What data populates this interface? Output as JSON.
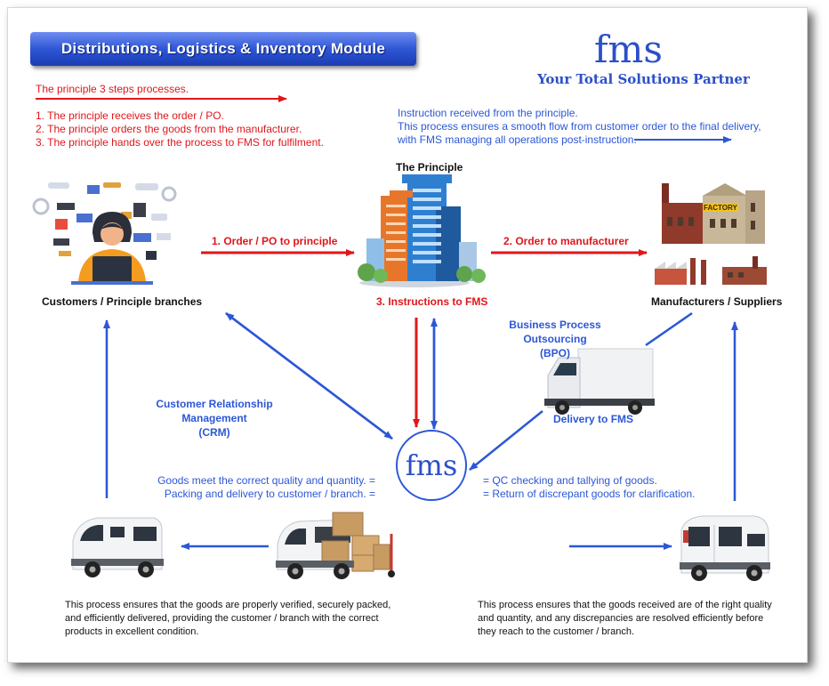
{
  "header": {
    "title": "Distributions, Logistics & Inventory Module",
    "logo_text": "fms",
    "tagline": "Your Total Solutions Partner"
  },
  "principle_steps": {
    "heading": "The principle 3 steps processes.",
    "steps": [
      "1. The principle receives the order / PO.",
      "2. The principle orders the goods from the manufacturer.",
      "3. The principle hands over the process to FMS for fulfilment."
    ]
  },
  "instruction_note": [
    "Instruction received from the principle.",
    "This process ensures  a smooth flow from customer order to the final delivery,",
    "with FMS managing all operations post-instruction."
  ],
  "nodes": {
    "principle": "The Principle",
    "customers": "Customers / Principle  branches",
    "manufacturers": "Manufacturers  / Suppliers",
    "factory_sign": "FACTORY"
  },
  "flows": {
    "order_po": "1. Order / PO to principle",
    "order_manufacturer": "2. Order to manufacturer",
    "instructions_fms": "3. Instructions to FMS",
    "bpo_line1": "Business Process Outsourcing",
    "bpo_line2": "(BPO)",
    "delivery_fms": "Delivery to FMS",
    "crm_line1": "Customer Relationship Management",
    "crm_line2": "(CRM)"
  },
  "center_logo": "fms",
  "left_notes": [
    "Goods meet the correct quality and quantity. =",
    "Packing and delivery to customer / branch. ="
  ],
  "right_notes": [
    "= QC checking and tallying of goods.",
    "= Return of discrepant goods for clarification."
  ],
  "bottom_left": [
    "This process ensures that the goods are properly verified, securely packed,",
    "and efficiently delivered, providing the customer / branch with the correct",
    "products in excellent condition."
  ],
  "bottom_right": [
    "This process ensures that the goods received are of the right quality",
    "and quantity, and any discrepancies are resolved efficiently before",
    "they reach  to the customer / branch."
  ],
  "colors": {
    "red": "#e0161b",
    "blue": "#2c57d6",
    "banner": "#2f56d6"
  },
  "icons": [
    "developer-illustration",
    "office-building",
    "factory",
    "truck",
    "cargo-van",
    "delivery-van"
  ]
}
